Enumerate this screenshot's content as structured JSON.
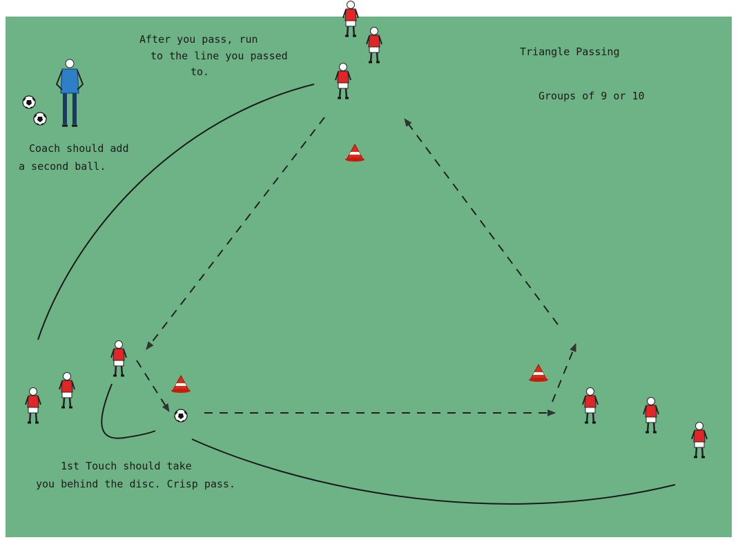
{
  "title": "Triangle Passing",
  "subtitle": "Groups of 9 or 10",
  "notes": {
    "after_pass_line1": "After you pass, run",
    "after_pass_line2": "to the line you passed",
    "after_pass_line3": "to.",
    "coach_line1": "Coach should add",
    "coach_line2": "a second ball.",
    "touch_line1": "1st Touch should take",
    "touch_line2": "you behind the disc.  Crisp pass."
  },
  "colors": {
    "field": "#6db385",
    "shirt": "#e02626",
    "cone": "#e02a18",
    "coach_jacket": "#2f7fc8",
    "line": "#1a1a1a",
    "arrow": "#333333"
  }
}
